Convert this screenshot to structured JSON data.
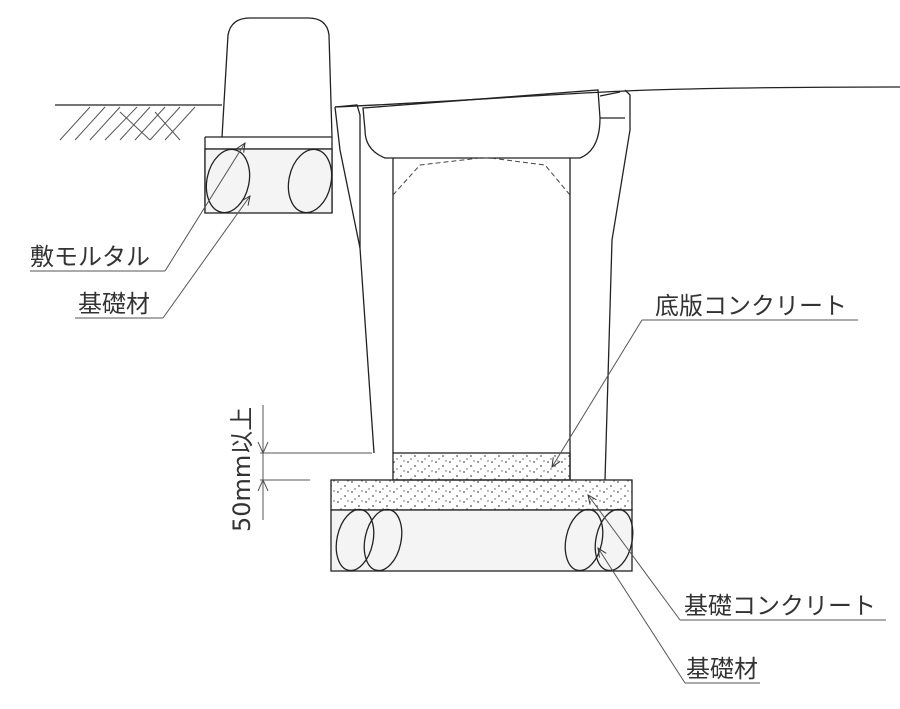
{
  "labels": {
    "mortar": "敷モルタル",
    "base_material_left": "基礎材",
    "slab_concrete": "底版コンクリート",
    "dimension": "50mm以上",
    "foundation_concrete": "基礎コンクリート",
    "base_material_right": "基礎材"
  },
  "colors": {
    "line": "#222222",
    "text": "#333333",
    "gravel_fill": "#f4f4f4",
    "dot": "#555555"
  }
}
